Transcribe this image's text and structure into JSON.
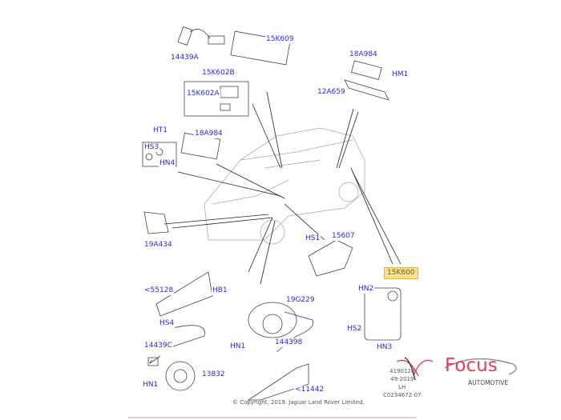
{
  "labels": {
    "l14439A": "14439A",
    "l15K609": "15K609",
    "l15K602B": "15K602B",
    "l15K602A": "15K602A",
    "l18A984a": "18A984",
    "lHM1": "HM1",
    "l12A659": "12A659",
    "lHT1": "HT1",
    "l18A984b": "18A984",
    "lHS3": "HS3",
    "lHN4": "HN4",
    "l19A434": "19A434",
    "lHS1": "HS1",
    "l15607": "15607",
    "l15K600": "15K600",
    "l55128": "<55128",
    "lHB1": "HB1",
    "l19G229": "19G229",
    "lHN2": "HN2",
    "lHS4": "HS4",
    "lHS2": "HS2",
    "l14439C": "14439C",
    "l144398": "144398",
    "lHN1a": "HN1",
    "lHN3": "HN3",
    "l13832": "13832",
    "lHN1b": "HN1",
    "l11442": "<11442"
  },
  "copyright": "© Copyright, 2019. Jaguar Land Rover Limited.",
  "meta": [
    "4190120",
    "49-2019",
    "LH",
    "C0234672-07"
  ],
  "logo": {
    "brand": "Focus",
    "sub": "AUTOMOTIVE",
    "color": "#e0405a"
  },
  "highlight_color": "#fbe08a"
}
